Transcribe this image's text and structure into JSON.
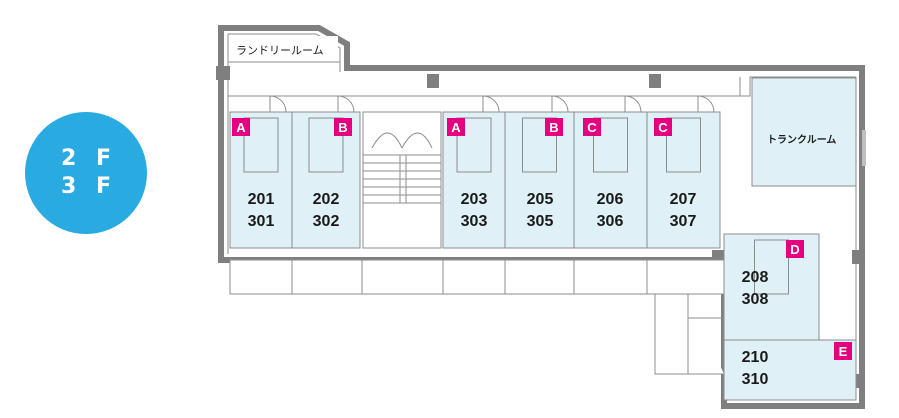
{
  "floor": {
    "line1": "2 F",
    "line2": "3 F"
  },
  "labels": {
    "laundry": "ランドリールーム",
    "trunk": "トランクルーム"
  },
  "colors": {
    "room_fill": "#dff1f7",
    "tag": "#e4007f",
    "badge": "#29abe2",
    "wall": "#7f7f7f"
  },
  "rooms": [
    {
      "tag": "A",
      "upper": "201",
      "lower": "301"
    },
    {
      "tag": "B",
      "upper": "202",
      "lower": "302"
    },
    {
      "tag": "A",
      "upper": "203",
      "lower": "303"
    },
    {
      "tag": "B",
      "upper": "205",
      "lower": "305"
    },
    {
      "tag": "C",
      "upper": "206",
      "lower": "306"
    },
    {
      "tag": "C",
      "upper": "207",
      "lower": "307"
    },
    {
      "tag": "D",
      "upper": "208",
      "lower": "308"
    },
    {
      "tag": "E",
      "upper": "210",
      "lower": "310"
    }
  ]
}
